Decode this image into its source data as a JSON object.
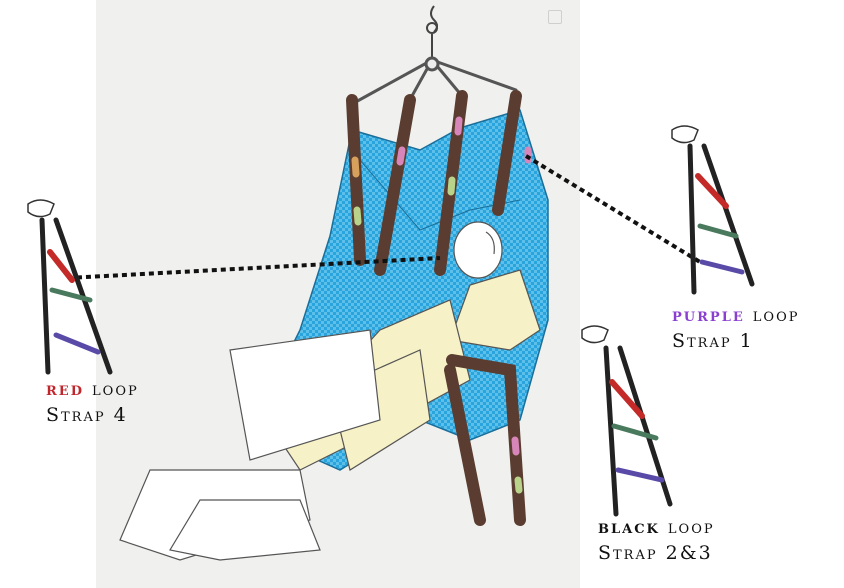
{
  "colors": {
    "red": "#c0272d",
    "purple": "#8a3fd1",
    "black": "#111111",
    "sling_blue": "#2aa4dc",
    "strap_brown": "#5a3d30",
    "skin": "#f6f1c6",
    "loop_red": "#c32a28",
    "loop_green": "#4a7a5e",
    "loop_purple": "#5a4aa8"
  },
  "labels": {
    "left": {
      "color_word": "red",
      "rest": " loop",
      "strap": "Strap 4"
    },
    "right": {
      "color_word": "purple",
      "rest": " loop",
      "strap": "Strap 1"
    },
    "bottom": {
      "color_word": "black",
      "rest": " loop",
      "strap": "Strap 2&3"
    }
  },
  "icons": [
    "share-icon",
    "hook-icon"
  ]
}
